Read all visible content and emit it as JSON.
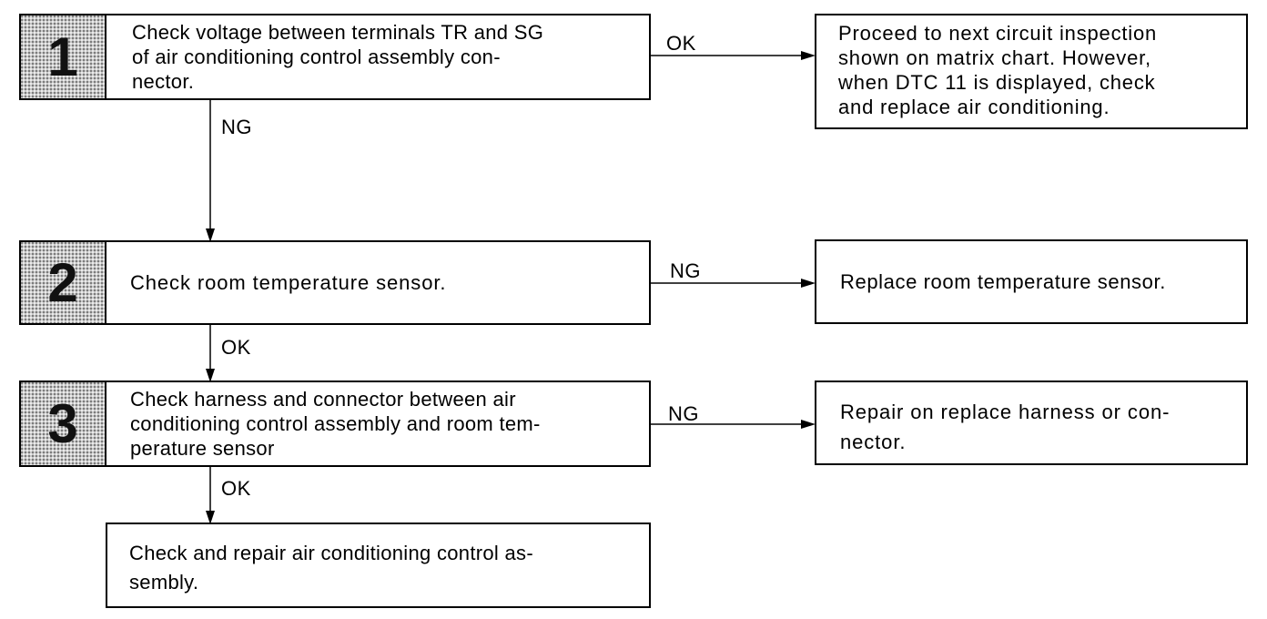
{
  "steps": [
    {
      "number": "1",
      "text": "Check voltage between terminals TR and SG\nof air conditioning control assembly con-\nnector."
    },
    {
      "number": "2",
      "text": "Check room temperature sensor."
    },
    {
      "number": "3",
      "text": "Check harness and connector between air\nconditioning control assembly and room tem-\nperature sensor"
    }
  ],
  "results": [
    {
      "text": "Proceed to next circuit inspection\nshown on matrix chart. However,\nwhen DTC 11 is displayed, check\nand replace air conditioning."
    },
    {
      "text": "Replace room temperature sensor."
    },
    {
      "text": "Repair on replace harness or con-\nnector."
    }
  ],
  "final": {
    "text": "Check and repair air conditioning control as-\nsembly."
  },
  "labels": {
    "step1_right": "OK",
    "step1_down": "NG",
    "step2_right": "NG",
    "step2_down": "OK",
    "step3_right": "NG",
    "step3_down": "OK"
  }
}
